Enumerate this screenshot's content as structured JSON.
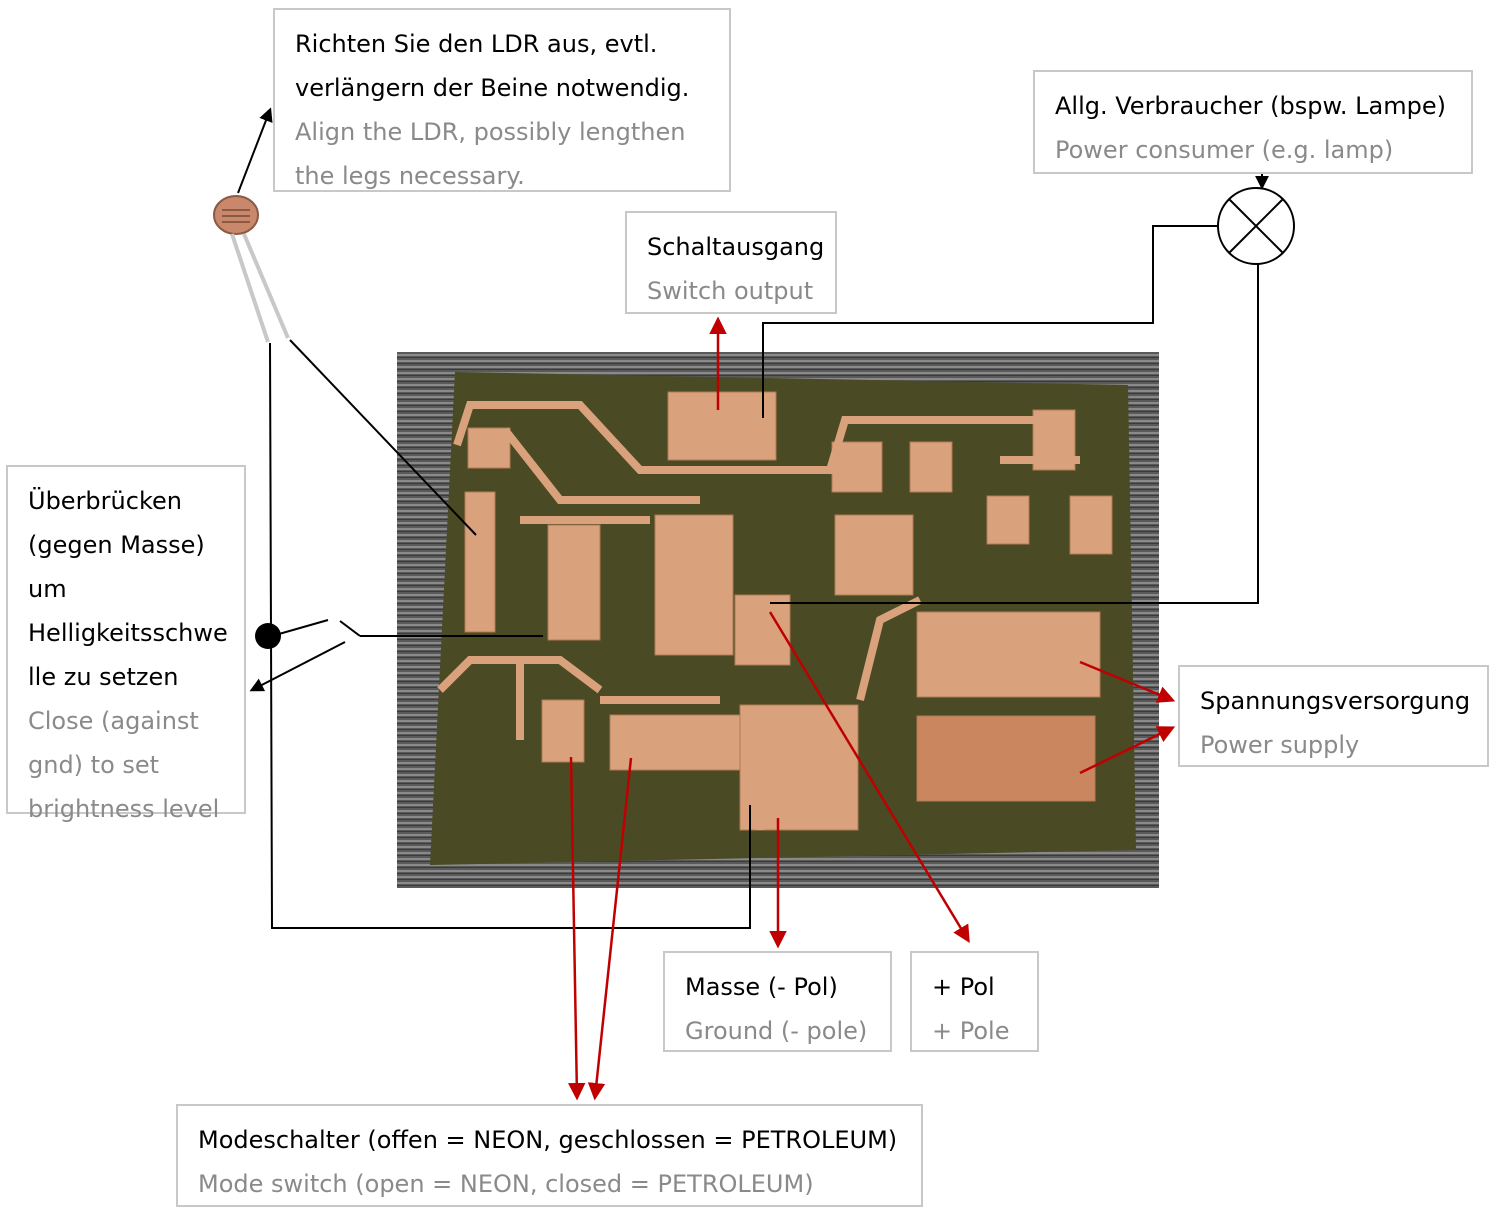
{
  "labels": {
    "ldr": {
      "de": "Richten Sie den LDR aus, evtl. verlängern der Beine notwendig.",
      "en": "Align the LDR, possibly lengthen the legs necessary."
    },
    "consumer": {
      "de": "Allg. Verbraucher (bspw. Lampe)",
      "en": "Power consumer (e.g. lamp)"
    },
    "switch_output": {
      "de": "Schaltausgang",
      "en": "Switch output"
    },
    "bridge": {
      "de": "Überbrücken (gegen Masse) um Helligkeitsschwe lle zu setzen",
      "en": "Close (against gnd) to set brightness level"
    },
    "power_supply": {
      "de": "Spannungsversorgung",
      "en": "Power supply"
    },
    "ground": {
      "de": "Masse (- Pol)",
      "en": "Ground (- pole)"
    },
    "plus": {
      "de": "+ Pol",
      "en": "+ Pole"
    },
    "mode": {
      "de": "Modeschalter (offen = NEON, geschlossen = PETROLEUM)",
      "en": "Mode switch (open = NEON, closed = PETROLEUM)"
    }
  },
  "colors": {
    "arrow_red": "#c00000",
    "wire": "#000000",
    "copper": "#d9a27c",
    "board": "#4a4a24"
  }
}
